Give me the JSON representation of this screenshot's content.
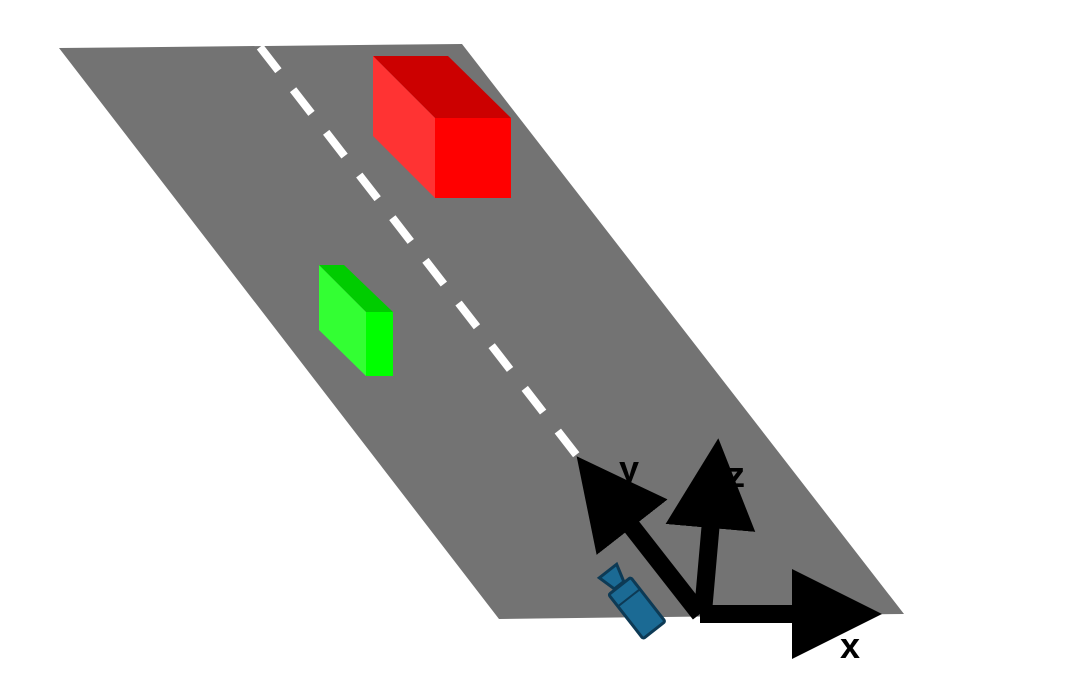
{
  "colors": {
    "road": "#737373",
    "lane_marking": "#ffffff",
    "red_box_top": "#cc0000",
    "red_box_side": "#ff3333",
    "red_box_front": "#ff0000",
    "green_box_top": "#00cc00",
    "green_box_side": "#33ff33",
    "green_box_front": "#00ff00",
    "camera_fill": "#1b6a94",
    "camera_stroke": "#0d3a55",
    "axis": "#000000"
  },
  "axes": {
    "x_label": "x",
    "y_label": "y",
    "z_label": "z"
  },
  "icons": {
    "camera": "camera-icon"
  }
}
